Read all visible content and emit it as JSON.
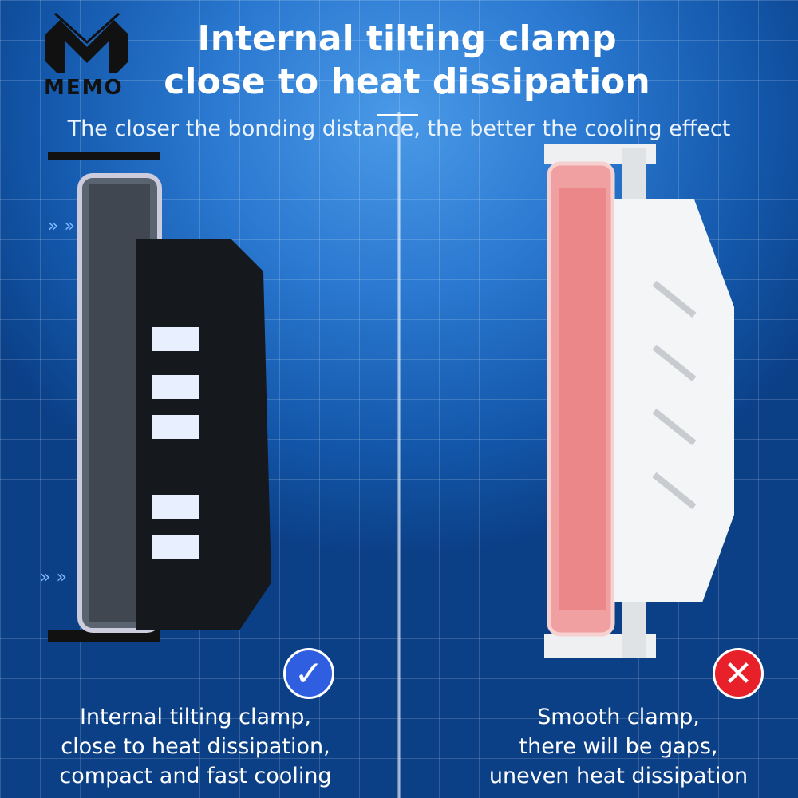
{
  "brand": {
    "logo_text": "MEMO"
  },
  "header": {
    "title_line1": "Internal tilting clamp",
    "title_line2": "close to heat dissipation",
    "subtitle": "The closer the bonding distance, the better the cooling effect"
  },
  "left": {
    "verdict_icon": "check-icon",
    "caption": [
      "Internal tilting clamp,",
      "close to heat dissipation,",
      "compact and fast cooling"
    ],
    "accent": "#2f5fe0"
  },
  "right": {
    "verdict_icon": "cross-icon",
    "caption": [
      "Smooth clamp,",
      "there will be gaps,",
      "uneven heat dissipation"
    ],
    "accent": "#e8202a"
  }
}
